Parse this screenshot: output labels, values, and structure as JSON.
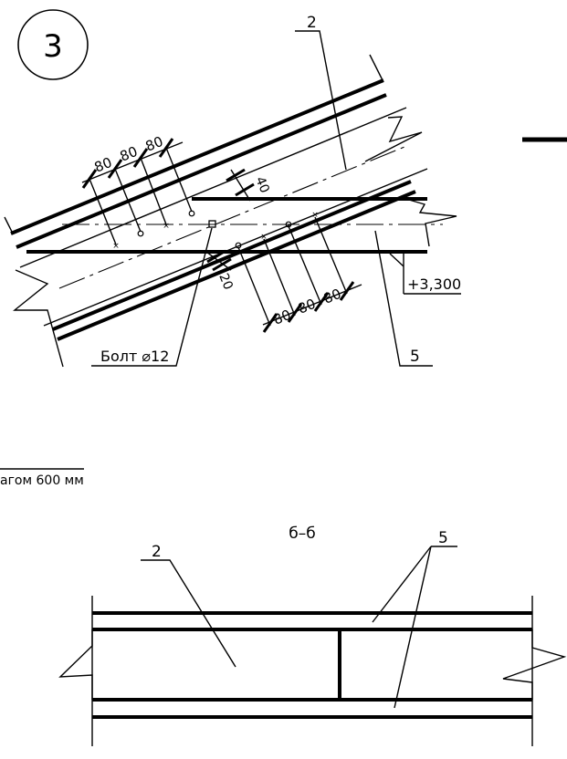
{
  "detail": {
    "number": "3"
  },
  "upper": {
    "callout_2": "2",
    "callout_5": "5",
    "bolt_label": "Болт ⌀12",
    "elevation": "+3,300",
    "dim_top": [
      "80",
      "80",
      "80"
    ],
    "dim_bottom": [
      "80",
      "80",
      "80"
    ],
    "dim_40": "40",
    "dim_20": "20"
  },
  "note": {
    "fragment": "агом 600 мм"
  },
  "section": {
    "title": "б–б",
    "callout_2": "2",
    "callout_5": "5"
  }
}
